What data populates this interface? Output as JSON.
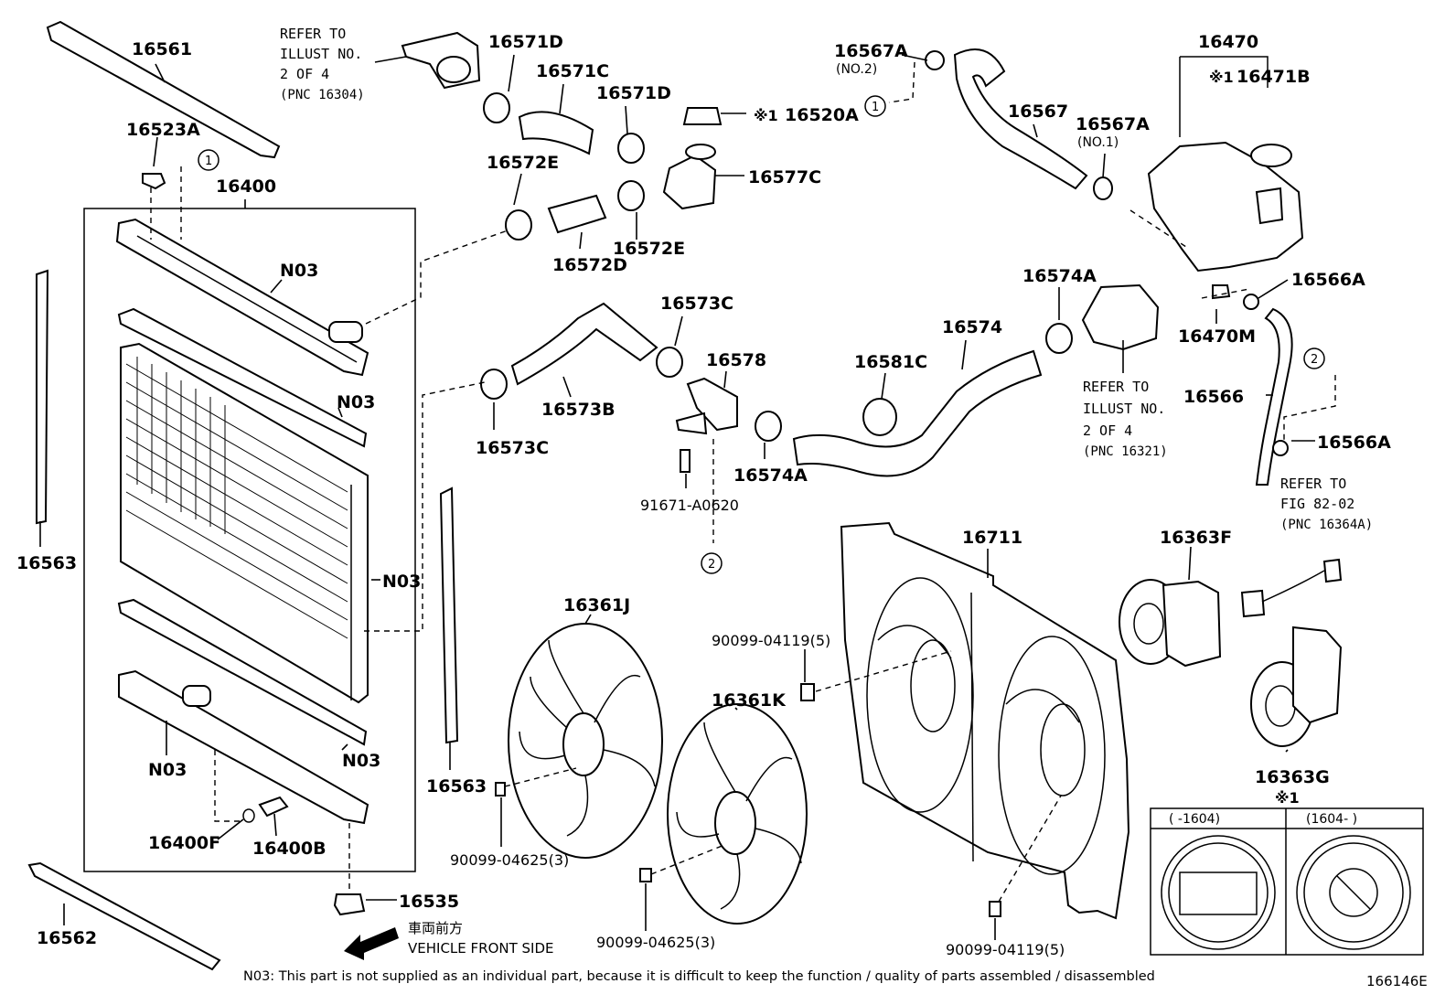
{
  "labels": {
    "l16561": "16561",
    "l16523A": "16523A",
    "l16400": "16400",
    "l16563a": "16563",
    "l16563b": "16563",
    "l16562": "16562",
    "l16535": "16535",
    "l16400F": "16400F",
    "l16400B": "16400B",
    "n03_1": "N03",
    "n03_2": "N03",
    "n03_3": "N03",
    "n03_4": "N03",
    "n03_5": "N03",
    "l16571D_a": "16571D",
    "l16571C": "16571C",
    "l16571D_b": "16571D",
    "l16572E_a": "16572E",
    "l16572D": "16572D",
    "l16572E_b": "16572E",
    "l16520A": "16520A",
    "l16577C": "16577C",
    "l16573C_a": "16573C",
    "l16573B": "16573B",
    "l16573C_b": "16573C",
    "l16578": "16578",
    "l16574A_a": "16574A",
    "l91671": "91671-A0620",
    "l16581C": "16581C",
    "l16574": "16574",
    "l16574A_b": "16574A",
    "l16567A_a": "16567A",
    "l16567A_a_sub": "(NO.2)",
    "l16567": "16567",
    "l16567A_b": "16567A",
    "l16567A_b_sub": "(NO.1)",
    "l16470": "16470",
    "l16471B": "16471B",
    "l16566A_a": "16566A",
    "l16470M": "16470M",
    "l16566": "16566",
    "l16566A_b": "16566A",
    "l16711": "16711",
    "l16363F": "16363F",
    "l16363G": "16363G",
    "l16361J": "16361J",
    "l16361K": "16361K",
    "l90099_04119a": "90099-04119(5)",
    "l90099_04119b": "90099-04119(5)",
    "l90099_04625a": "90099-04625(3)",
    "l90099_04625b": "90099-04625(3)",
    "drawing_no": "166146E",
    "ref_star1": "※1",
    "ref_star2": "※1",
    "ref_star3": "※1",
    "circ1a": "1",
    "circ1b": "1",
    "circ2a": "2",
    "circ2b": "2"
  },
  "refer_notes": {
    "ref1": [
      "REFER TO",
      "ILLUST NO.",
      "2 OF 4",
      "(PNC 16304)"
    ],
    "ref2": [
      "REFER TO",
      "ILLUST NO.",
      "2 OF 4",
      "(PNC 16321)"
    ],
    "ref3": [
      "REFER TO",
      "FIG 82-02",
      "(PNC 16364A)"
    ]
  },
  "direction": {
    "jp": "車両前方",
    "en": "VEHICLE FRONT SIDE"
  },
  "inset": {
    "left_header": "(      -1604)",
    "right_header": "(1604-      )"
  },
  "footnote": "N03: This part is not supplied as an individual part, because it is difficult to keep the function / quality of parts assembled / disassembled"
}
